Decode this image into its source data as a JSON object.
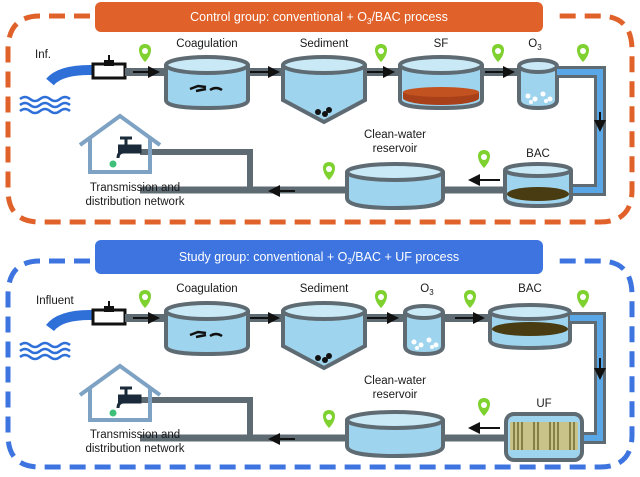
{
  "colors": {
    "control": "#e0622a",
    "study": "#3d74e0",
    "pipe": "#5f6b73",
    "water": "#9fd4ee",
    "water_dark": "#6fb5de",
    "tank_outline": "#5f6b73",
    "marker": "#7ed12f",
    "sf_media": "#a8401a",
    "bac_media": "#4a3c12",
    "uf_media": "#c9c38a",
    "influent": "#2f6fd8",
    "house": "#7ea2c4"
  },
  "panels": [
    {
      "id": "control",
      "title_main": "Control group: conventional + O",
      "title_sub": "3",
      "title_tail": "/BAC process",
      "influent_label": "Inf.",
      "top_units": [
        {
          "label": "Coagulation",
          "type": "coagulation"
        },
        {
          "label": "Sediment",
          "type": "sediment"
        },
        {
          "label": "SF",
          "type": "sf"
        },
        {
          "label": "O",
          "sub": "3",
          "type": "ozone"
        }
      ],
      "bottom_units": [
        {
          "label": "BAC",
          "type": "bac"
        },
        {
          "label_line1": "Clean-water",
          "label_line2": "reservoir",
          "type": "reservoir"
        }
      ],
      "outlet_line1": "Transmission and",
      "outlet_line2": "distribution network"
    },
    {
      "id": "study",
      "title_main": "Study group: conventional + O",
      "title_sub": "3",
      "title_tail": "/BAC + UF process",
      "influent_label": "Influent",
      "top_units": [
        {
          "label": "Coagulation",
          "type": "coagulation"
        },
        {
          "label": "Sediment",
          "type": "sediment"
        },
        {
          "label": "O",
          "sub": "3",
          "type": "ozone"
        },
        {
          "label": "BAC",
          "type": "bac"
        }
      ],
      "bottom_units": [
        {
          "label": "UF",
          "type": "uf"
        },
        {
          "label_line1": "Clean-water",
          "label_line2": "reservoir",
          "type": "reservoir"
        }
      ],
      "outlet_line1": "Transmission and",
      "outlet_line2": "distribution network"
    }
  ]
}
